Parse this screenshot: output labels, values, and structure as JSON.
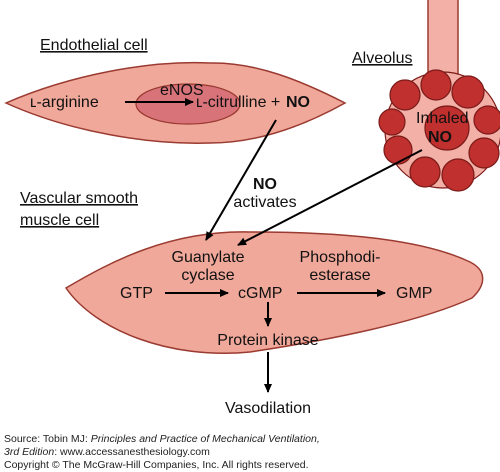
{
  "labels": {
    "endothelial_cell": "Endothelial cell",
    "alveolus": "Alveolus",
    "enos": "eNOS",
    "l_arginine": "ʟ-arginine",
    "l_citrulline": "ʟ-citrulline + ",
    "no": "NO",
    "inhaled": "Inhaled",
    "inhaled_no": "NO",
    "no_activates_1": "NO",
    "no_activates_2": "activates",
    "vsmc_1": "Vascular smooth",
    "vsmc_2": "muscle cell",
    "guanylate_1": "Guanylate",
    "guanylate_2": "cyclase",
    "phospho_1": "Phosphodi-",
    "phospho_2": "esterase",
    "gtp": "GTP",
    "cgmp": "cGMP",
    "gmp": "GMP",
    "protein_kinase": "Protein kinase",
    "vasodilation": "Vasodilation"
  },
  "source": {
    "prefix": "Source: Tobin MJ: ",
    "title": "Principles and Practice of Mechanical Ventilation,",
    "edition": "3rd Edition",
    "url": ": www.accessanesthesiology.com",
    "copyright": "Copyright © The McGraw-Hill Companies, Inc. All rights reserved."
  },
  "colors": {
    "cell_fill": "#f0a89a",
    "cell_stroke": "#9a3a30",
    "nucleus_fill": "#d9737a",
    "alveolus_fill": "#c0302e",
    "alveolus_light": "#f2b0a6"
  }
}
